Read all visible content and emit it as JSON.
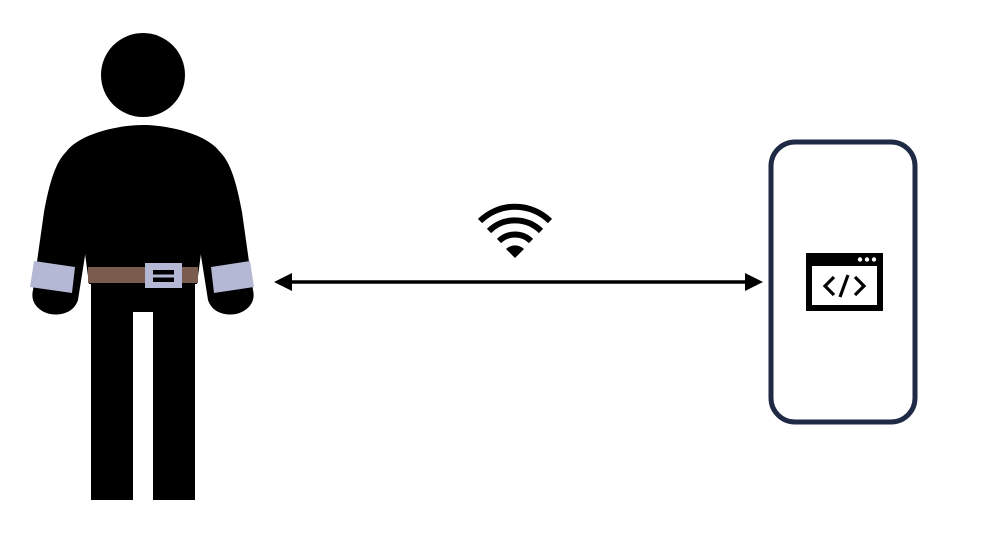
{
  "diagram": {
    "nodes": [
      {
        "id": "person",
        "icon": "person-icon"
      },
      {
        "id": "phone",
        "icon": "smartphone-icon",
        "screen_icon": "code-window-icon"
      }
    ],
    "edges": [
      {
        "from": "person",
        "to": "phone",
        "direction": "bidirectional",
        "icon": "wifi-icon"
      }
    ]
  },
  "colors": {
    "figure": "#000000",
    "background": "#ffffff",
    "wearable_band": "#b4b8d4",
    "belt": "#7a5c4f",
    "belt_buckle": "#b4b8d4",
    "phone_outline": "#1f2a44"
  }
}
